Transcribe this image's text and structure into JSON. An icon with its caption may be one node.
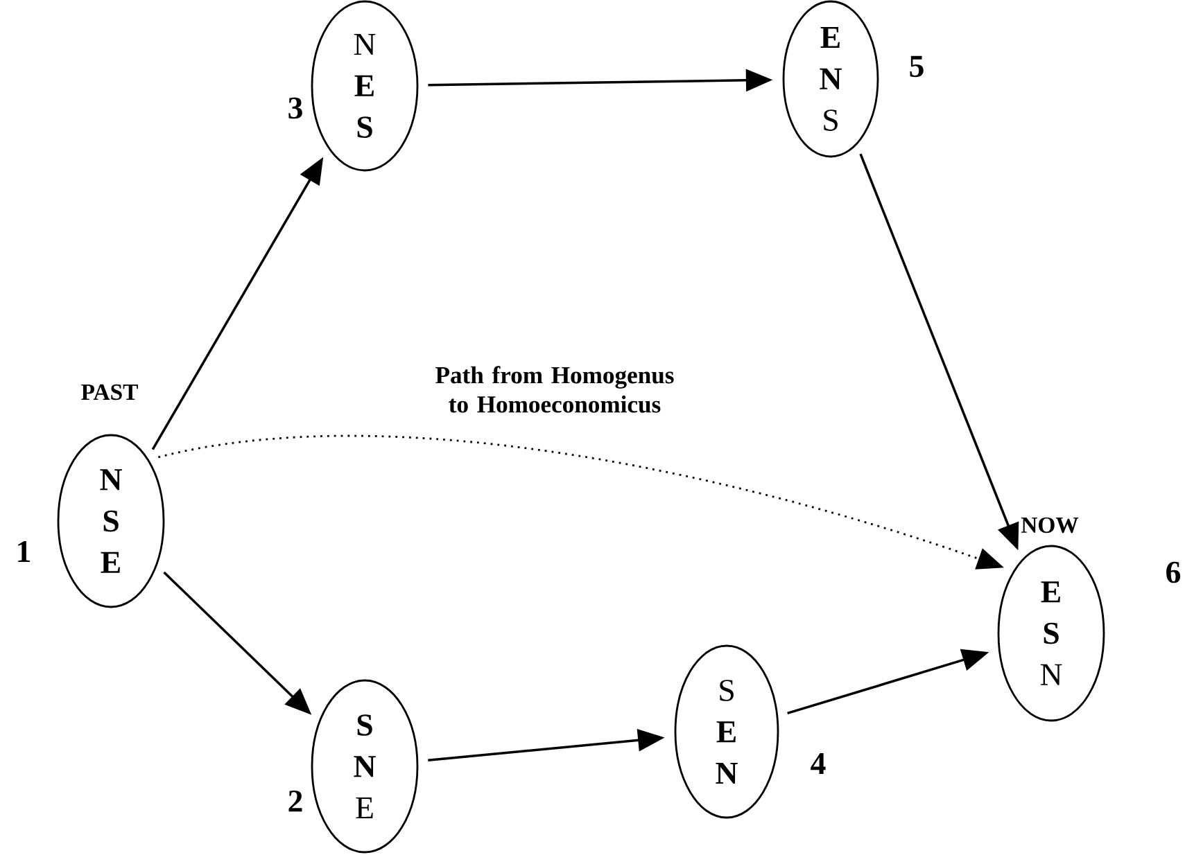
{
  "diagram": {
    "nodes": [
      {
        "text": [
          "**N** **S** **E**"
        ],
        "beside": [
          "PAST",
          "1"
        ]
      },
      {
        "text": [
          "**S** **N** E"
        ],
        "beside": [
          "2"
        ]
      },
      {
        "text": [
          "N **E** **S**"
        ],
        "beside": [
          "3"
        ]
      },
      {
        "text": [
          "S **E** **N**"
        ],
        "beside": [
          "4"
        ]
      },
      {
        "text": [
          "**E** **N** S"
        ],
        "beside": [
          "5"
        ]
      },
      {
        "text": [
          "**E** **S** N"
        ],
        "beside": [
          "NOW",
          "6"
        ]
      }
    ],
    "edges": [
      {
        "from": 0,
        "to": 2,
        "arrow": "to"
      },
      {
        "from": 2,
        "to": 4,
        "arrow": "to"
      },
      {
        "from": 4,
        "to": 5,
        "arrow": "to"
      },
      {
        "from": 0,
        "to": 1,
        "arrow": "to"
      },
      {
        "from": 1,
        "to": 3,
        "arrow": "to"
      },
      {
        "from": 3,
        "to": 5,
        "arrow": "to"
      },
      {
        "from": 0,
        "to": 5,
        "arrow": "to",
        "style": "dashed",
        "label": "Path from Homogenus to Homoeconomicus"
      }
    ]
  }
}
